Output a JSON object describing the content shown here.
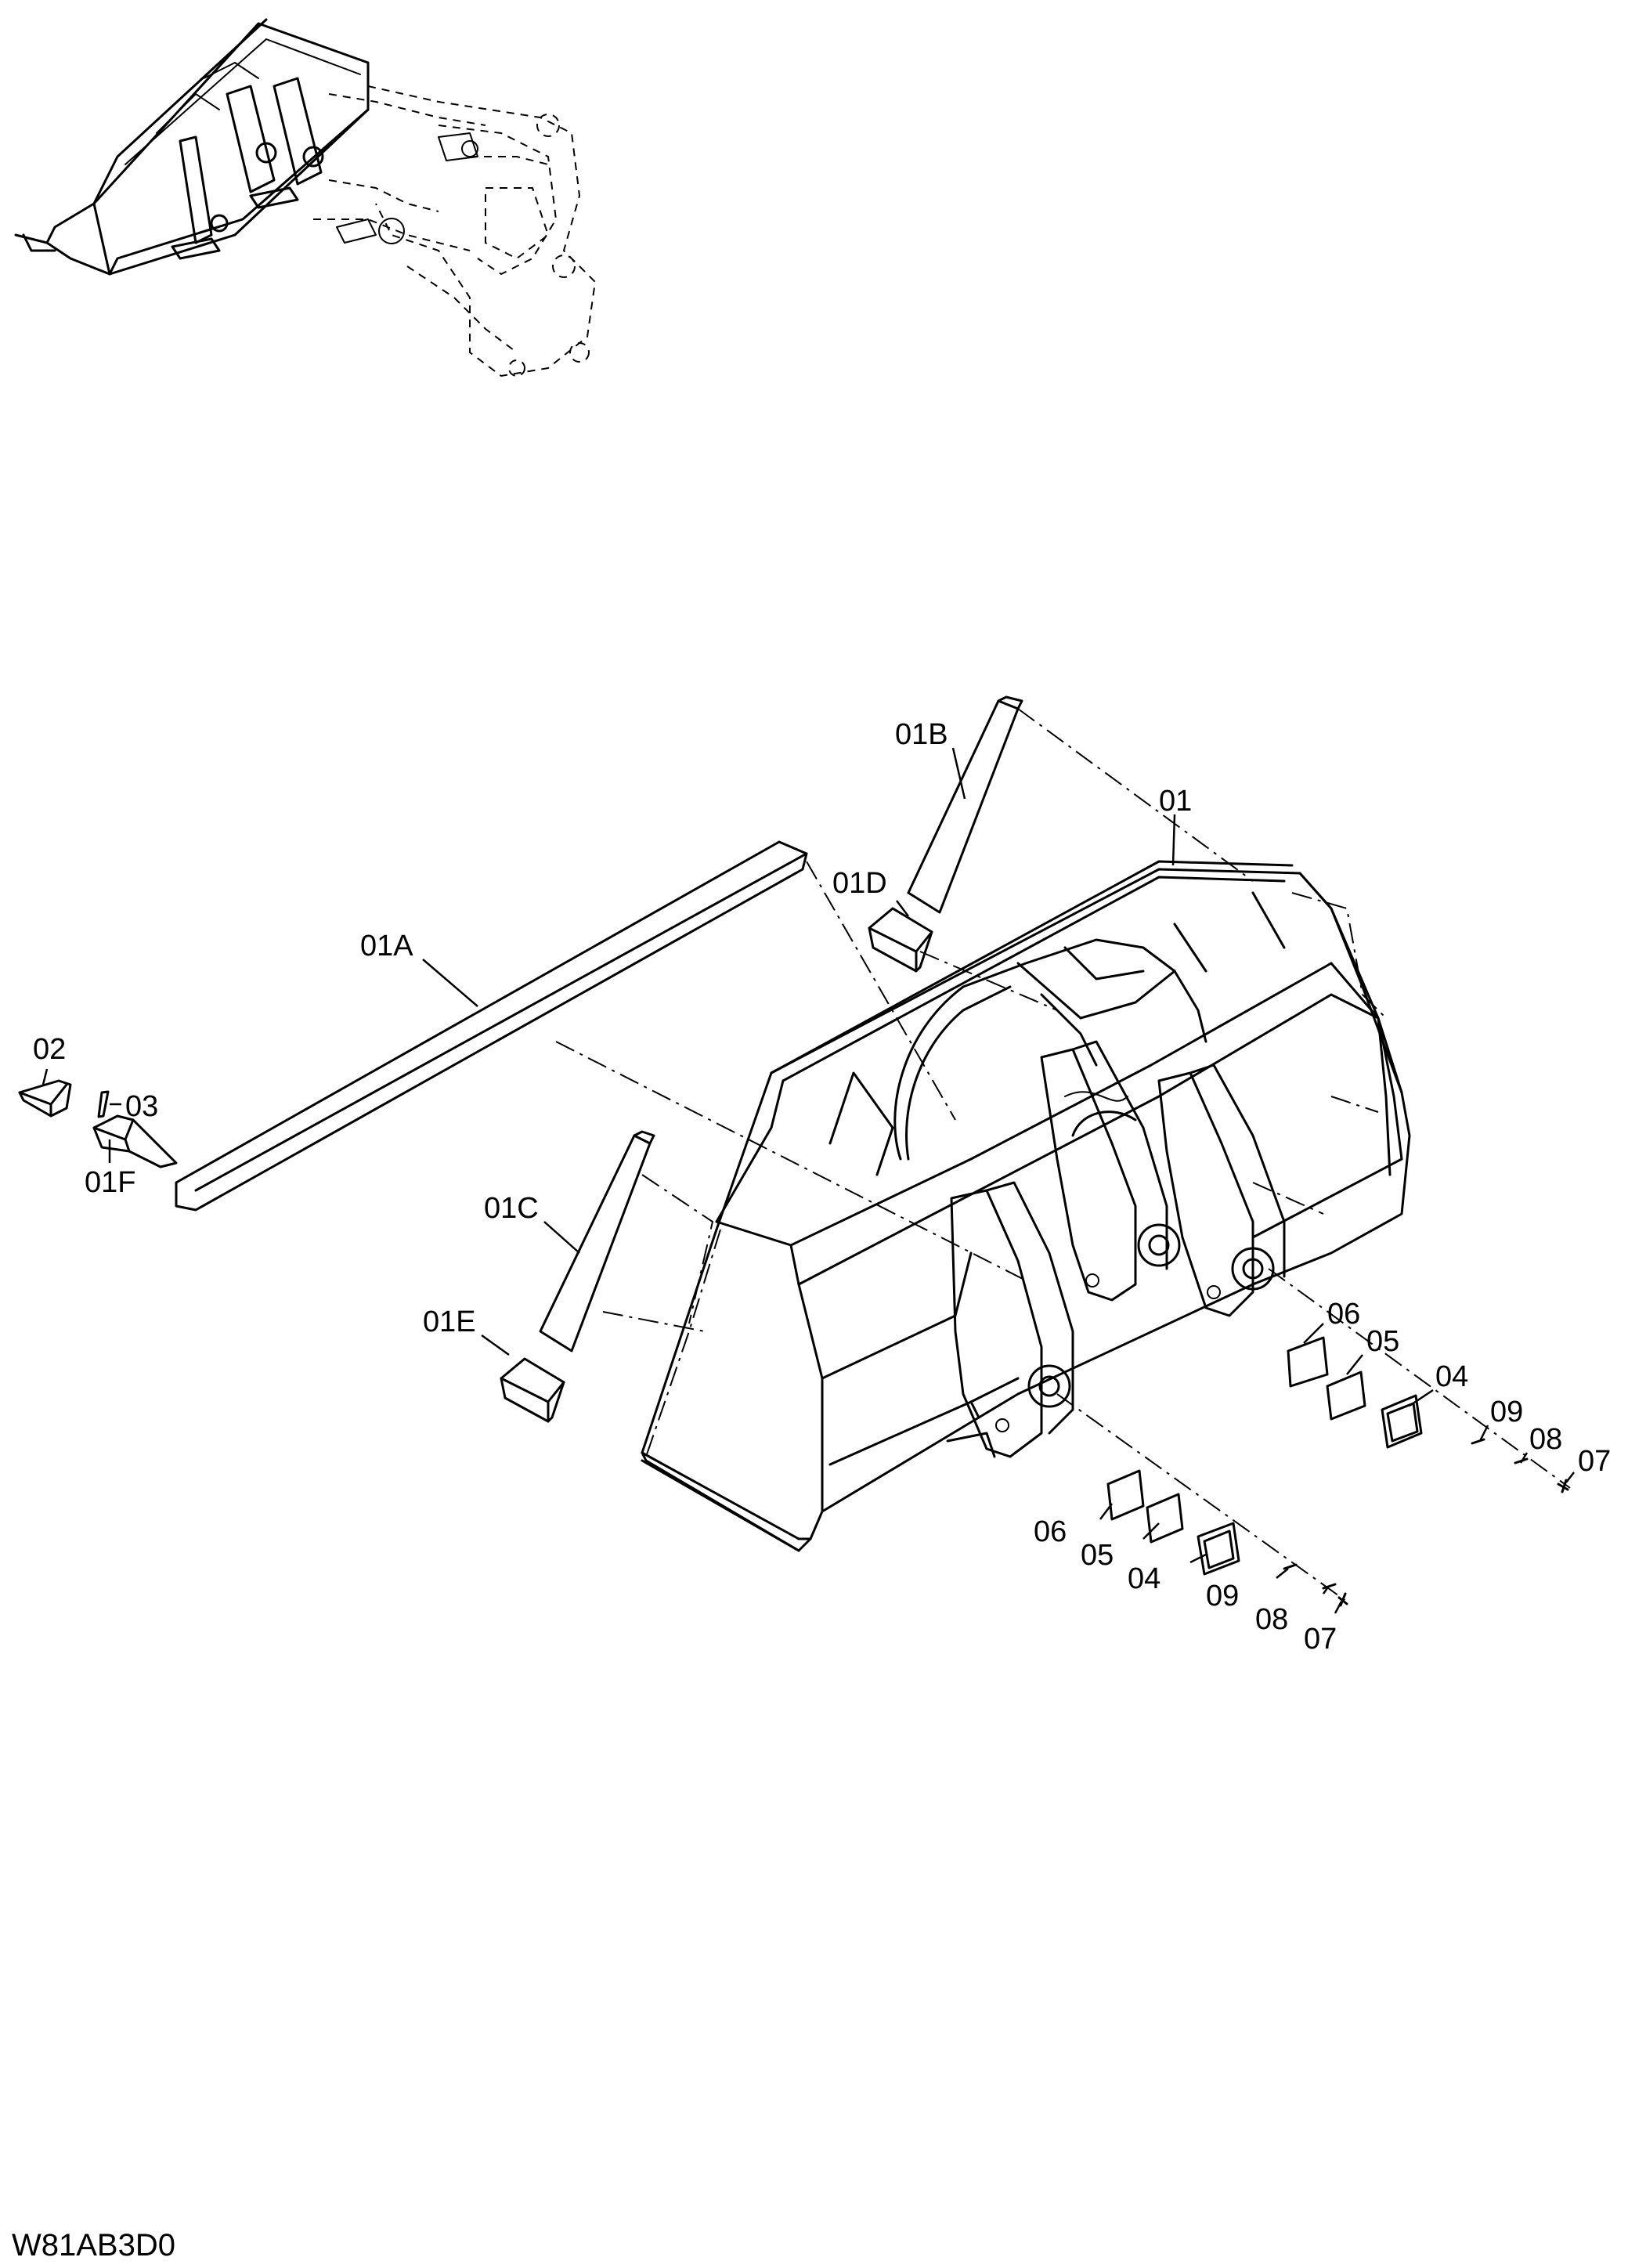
{
  "drawing_code": "W81AB3D0",
  "callouts": {
    "c01": "01",
    "c01A": "01A",
    "c01B": "01B",
    "c01C": "01C",
    "c01D": "01D",
    "c01E": "01E",
    "c01F": "01F",
    "c02": "02",
    "c03": "03",
    "c04a": "04",
    "c05a": "05",
    "c06a": "06",
    "c07a": "07",
    "c08a": "08",
    "c09a": "09",
    "c04b": "04",
    "c05b": "05",
    "c06b": "06",
    "c07b": "07",
    "c08b": "08",
    "c09b": "09"
  }
}
